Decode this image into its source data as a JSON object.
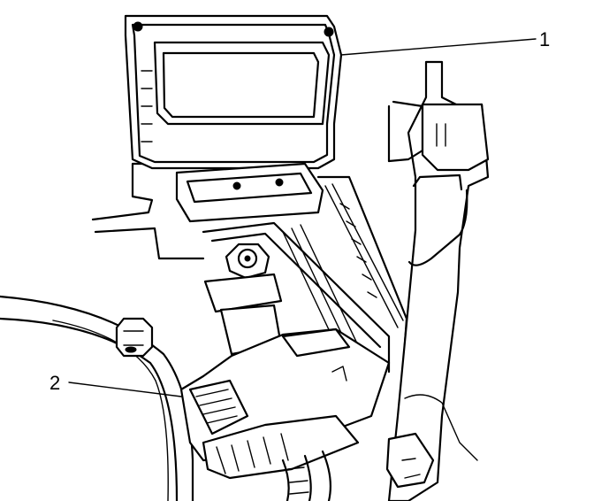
{
  "callouts": [
    {
      "id": "1",
      "label": "1",
      "target": "module"
    },
    {
      "id": "2",
      "label": "2",
      "target": "connector"
    }
  ]
}
